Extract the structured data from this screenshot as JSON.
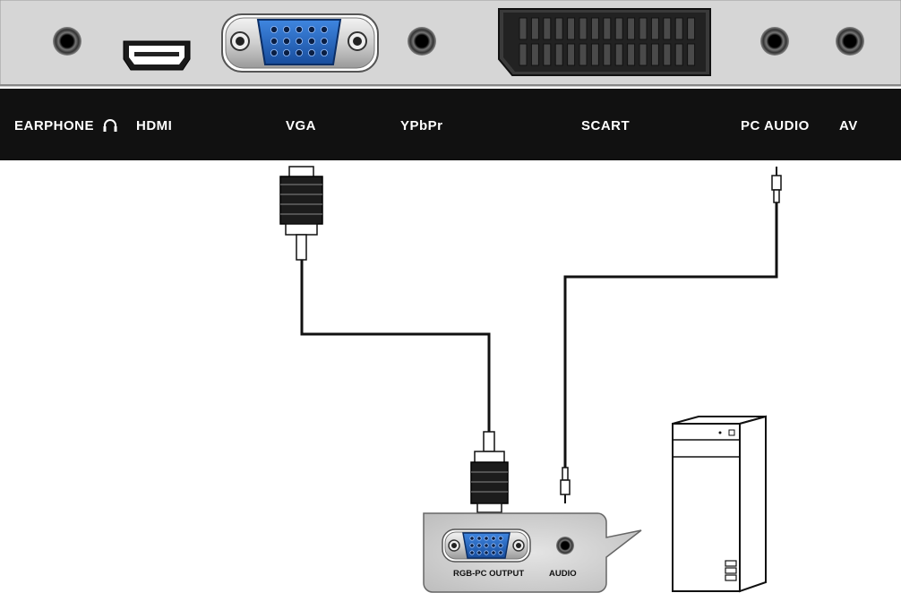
{
  "tv_panel": {
    "labels": {
      "earphone": "EARPHONE",
      "hdmi": "HDMI",
      "vga": "VGA",
      "ypbpr": "YPbPr",
      "scart": "SCART",
      "pc_audio": "PC AUDIO",
      "av": "AV"
    },
    "headphone_symbol": "headphone-icon"
  },
  "pc_panel": {
    "labels": {
      "rgb_pc_output": "RGB-PC OUTPUT",
      "audio": "AUDIO"
    }
  },
  "colors": {
    "panel_gray": "#d6d6d6",
    "label_bar": "#111111",
    "vga_blue": "#1f5fb8",
    "cable": "#111111"
  }
}
